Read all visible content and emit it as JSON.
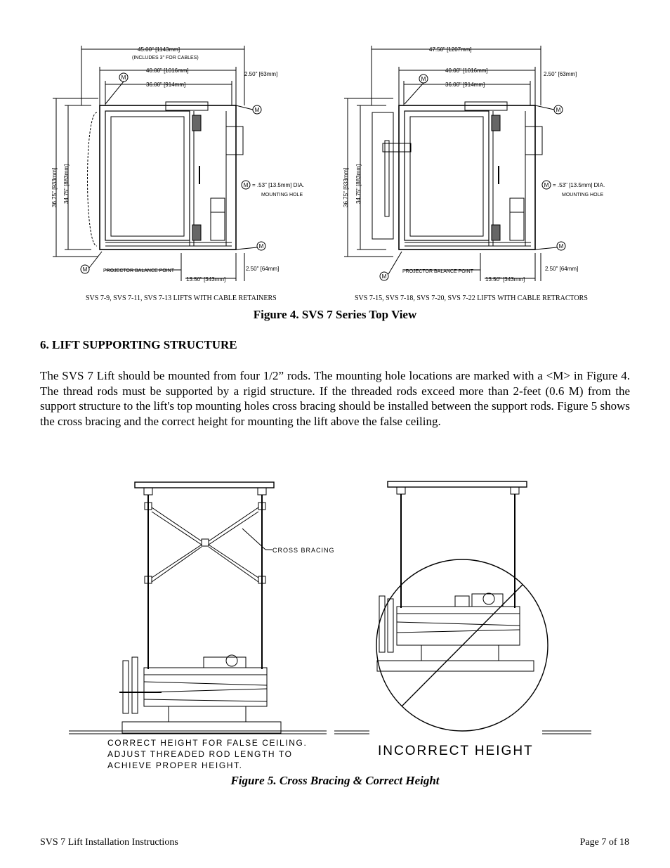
{
  "figure4": {
    "left": {
      "dim_overall": "45.00\" [1143mm]",
      "dim_overall_note": "(INCLUDES 3\" FOR CABLES)",
      "dim_40": "40.00\" [1016mm]",
      "dim_36": "36.00\" [914mm]",
      "dim_250_top": "2.50\" [63mm]",
      "dim_3675": "36.75\" [933mm]",
      "dim_3475": "34.75\" [883mm]",
      "mount_legend": "= .53\" [13.5mm] DIA.",
      "mount_legend_2": "MOUNTING HOLE",
      "balance_point": "PROJECTOR BALANCE POINT",
      "dim_1350": "13.50\" [343mm]",
      "dim_250_bottom": "2.50\" [64mm]",
      "caption": "SVS 7-9, SVS 7-11, SVS 7-13 LIFTS WITH CABLE RETAINERS"
    },
    "right": {
      "dim_overall": "47.50\" [1207mm]",
      "dim_40": "40.00\" [1016mm]",
      "dim_36": "36.00\" [914mm]",
      "dim_250_top": "2.50\" [63mm]",
      "dim_3675": "36.75\" [933mm]",
      "dim_3475": "34.75\" [883mm]",
      "mount_legend": "= .53\" [13.5mm] DIA.",
      "mount_legend_2": "MOUNTING HOLE",
      "balance_point": "PROJECTOR BALANCE POINT",
      "dim_1350": "13.50\" [343mm]",
      "dim_250_bottom": "2.50\" [64mm]",
      "caption": "SVS 7-15, SVS 7-18, SVS 7-20, SVS 7-22 LIFTS WITH CABLE RETRACTORS"
    },
    "marker": "M",
    "title": "Figure 4. SVS 7 Series Top View"
  },
  "section": {
    "heading": "6. LIFT SUPPORTING STRUCTURE",
    "paragraph": "The SVS 7 Lift should be mounted from four 1/2” rods. The mounting hole locations are marked with a <M> in Figure 4. The thread rods must be supported by a rigid structure. If the threaded rods exceed more than 2-feet (0.6 M) from the support structure to the lift's top mounting holes cross bracing should be installed between the support rods. Figure 5 shows the cross bracing and the correct height for mounting the lift above the false ceiling."
  },
  "figure5": {
    "cross_bracing_label": "CROSS BRACING",
    "correct_line1": "CORRECT HEIGHT FOR FALSE CEILING.",
    "correct_line2": "ADJUST THREADED ROD LENGTH TO",
    "correct_line3": "ACHIEVE PROPER HEIGHT.",
    "incorrect_label": "INCORRECT HEIGHT",
    "title": "Figure 5.  Cross Bracing & Correct Height"
  },
  "footer": {
    "left": "SVS 7 Lift Installation Instructions",
    "right": "Page 7 of 18"
  }
}
